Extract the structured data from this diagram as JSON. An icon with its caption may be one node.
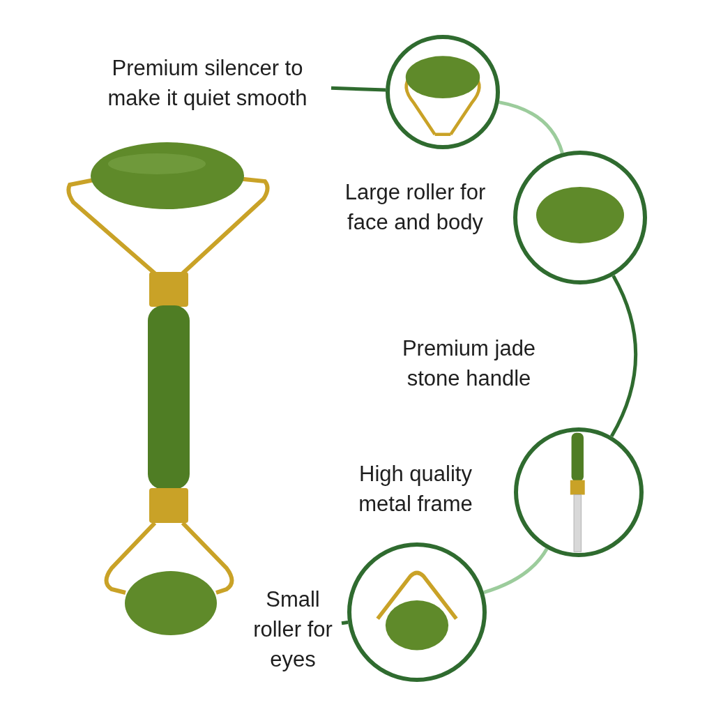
{
  "diagram": {
    "nodes": [
      {
        "text": [
          "Premium silencer to make it quiet smooth"
        ]
      },
      {
        "text": [],
        "shape": "picture"
      },
      {
        "text": [],
        "shape": "picture",
        "beside": [
          "Large roller for face and body"
        ]
      },
      {
        "text": [],
        "shape": "picture",
        "beside": [
          "High quality metal frame"
        ]
      },
      {
        "text": [
          "Small roller for eyes"
        ]
      },
      {
        "text": [],
        "shape": "picture"
      }
    ],
    "edges": [
      {
        "from": 0,
        "to": 1,
        "arrow": "none"
      },
      {
        "from": 1,
        "to": 2,
        "arrow": "none",
        "color": "#9ccc9c"
      },
      {
        "from": 2,
        "to": 3,
        "arrow": "none"
      },
      {
        "from": 3,
        "to": 5,
        "arrow": "none",
        "color": "#9ccc9c"
      },
      {
        "from": 4,
        "to": 5,
        "arrow": "none"
      }
    ],
    "labels": [
      "Premium jade stone handle"
    ]
  }
}
